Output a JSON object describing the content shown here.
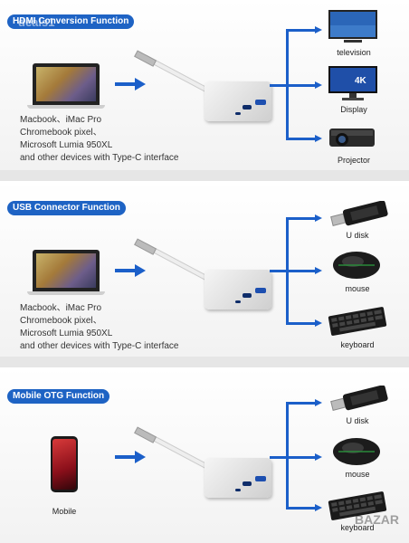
{
  "section1": {
    "badge": "HDMI Conversion Function",
    "desc": [
      "Macbook、iMac Pro",
      "Chromebook pixel、",
      "Microsoft Lumia 950XL",
      "and other devices with Type-C interface"
    ],
    "devices": [
      {
        "label": "television",
        "icon": "tv-icon"
      },
      {
        "label": "Display",
        "icon": "monitor-icon"
      },
      {
        "label": "Projector",
        "icon": "projector-icon"
      }
    ]
  },
  "section2": {
    "badge": "USB Connector Function",
    "desc": [
      "Macbook、iMac Pro",
      "Chromebook pixel、",
      "Microsoft Lumia 950XL",
      "and other devices with Type-C interface"
    ],
    "devices": [
      {
        "label": "U disk",
        "icon": "usb-drive-icon"
      },
      {
        "label": "mouse",
        "icon": "mouse-icon"
      },
      {
        "label": "keyboard",
        "icon": "keyboard-icon"
      }
    ]
  },
  "section3": {
    "badge": "Mobile OTG Function",
    "source_label": "Mobile",
    "devices": [
      {
        "label": "U disk",
        "icon": "usb-drive-icon"
      },
      {
        "label": "mouse",
        "icon": "mouse-icon"
      },
      {
        "label": "keyboard",
        "icon": "keyboard-icon"
      }
    ]
  },
  "watermarks": [
    "deals1",
    "BAZAR"
  ],
  "colors": {
    "accent": "#1e63c4",
    "arrow": "#1b5fc9"
  }
}
